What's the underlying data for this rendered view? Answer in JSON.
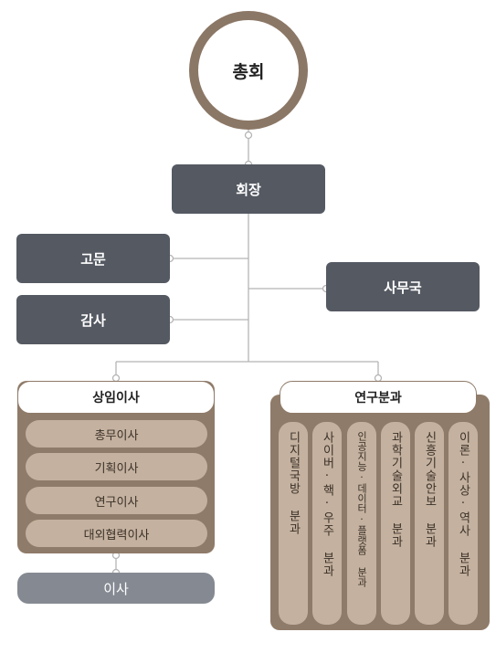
{
  "general_assembly": "총회",
  "president": "회장",
  "advisor": "고문",
  "auditor": "감사",
  "secretariat": "사무국",
  "standing_directors": {
    "title": "상임이사",
    "items": [
      "총무이사",
      "기획이사",
      "연구이사",
      "대외협력이사"
    ]
  },
  "director": "이사",
  "research_divisions": {
    "title": "연구분과",
    "items": [
      "디지털국방 분과",
      "사이버·핵·우주 분과",
      "인공지능·데이터·플랫폼 분과",
      "과학기술외교 분과",
      "신흥기술안보 분과",
      "이론·사상·역사 분과"
    ]
  },
  "colors": {
    "dark_box": "#545962",
    "brown_ring": "#8b7766",
    "brown_panel": "#8f7b69",
    "light_item": "#c4b19f",
    "grey_box": "#858a92",
    "connector": "#b5b5b5"
  }
}
